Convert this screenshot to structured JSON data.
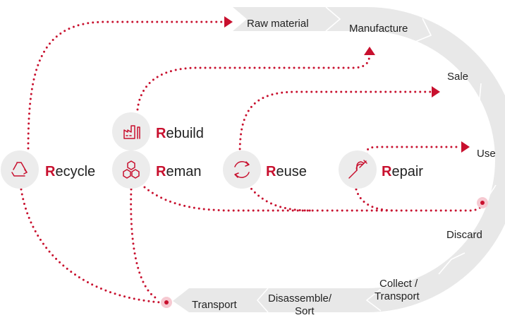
{
  "stages": {
    "raw_material": "Raw material",
    "manufacture": "Manufacture",
    "sale": "Sale",
    "use": "Use",
    "discard": "Discard",
    "collect_line1": "Collect /",
    "collect_line2": "Transport",
    "disassemble_line1": "Disassemble/",
    "disassemble_line2": "Sort",
    "transport": "Transport"
  },
  "strategies": {
    "recycle": {
      "initial": "R",
      "rest": "ecycle",
      "icon": "recycle-triangle-icon"
    },
    "rebuild": {
      "initial": "R",
      "rest": "ebuild",
      "icon": "factory-icon"
    },
    "reman": {
      "initial": "R",
      "rest": "eman",
      "icon": "hexagon-cluster-icon"
    },
    "reuse": {
      "initial": "R",
      "rest": "euse",
      "icon": "circular-arrows-icon"
    },
    "repair": {
      "initial": "R",
      "rest": "epair",
      "icon": "wrench-icon"
    }
  },
  "colors": {
    "accent": "#c8102e",
    "belt": "#e8e8e8",
    "icon_circle": "#ececec",
    "text": "#222222"
  }
}
